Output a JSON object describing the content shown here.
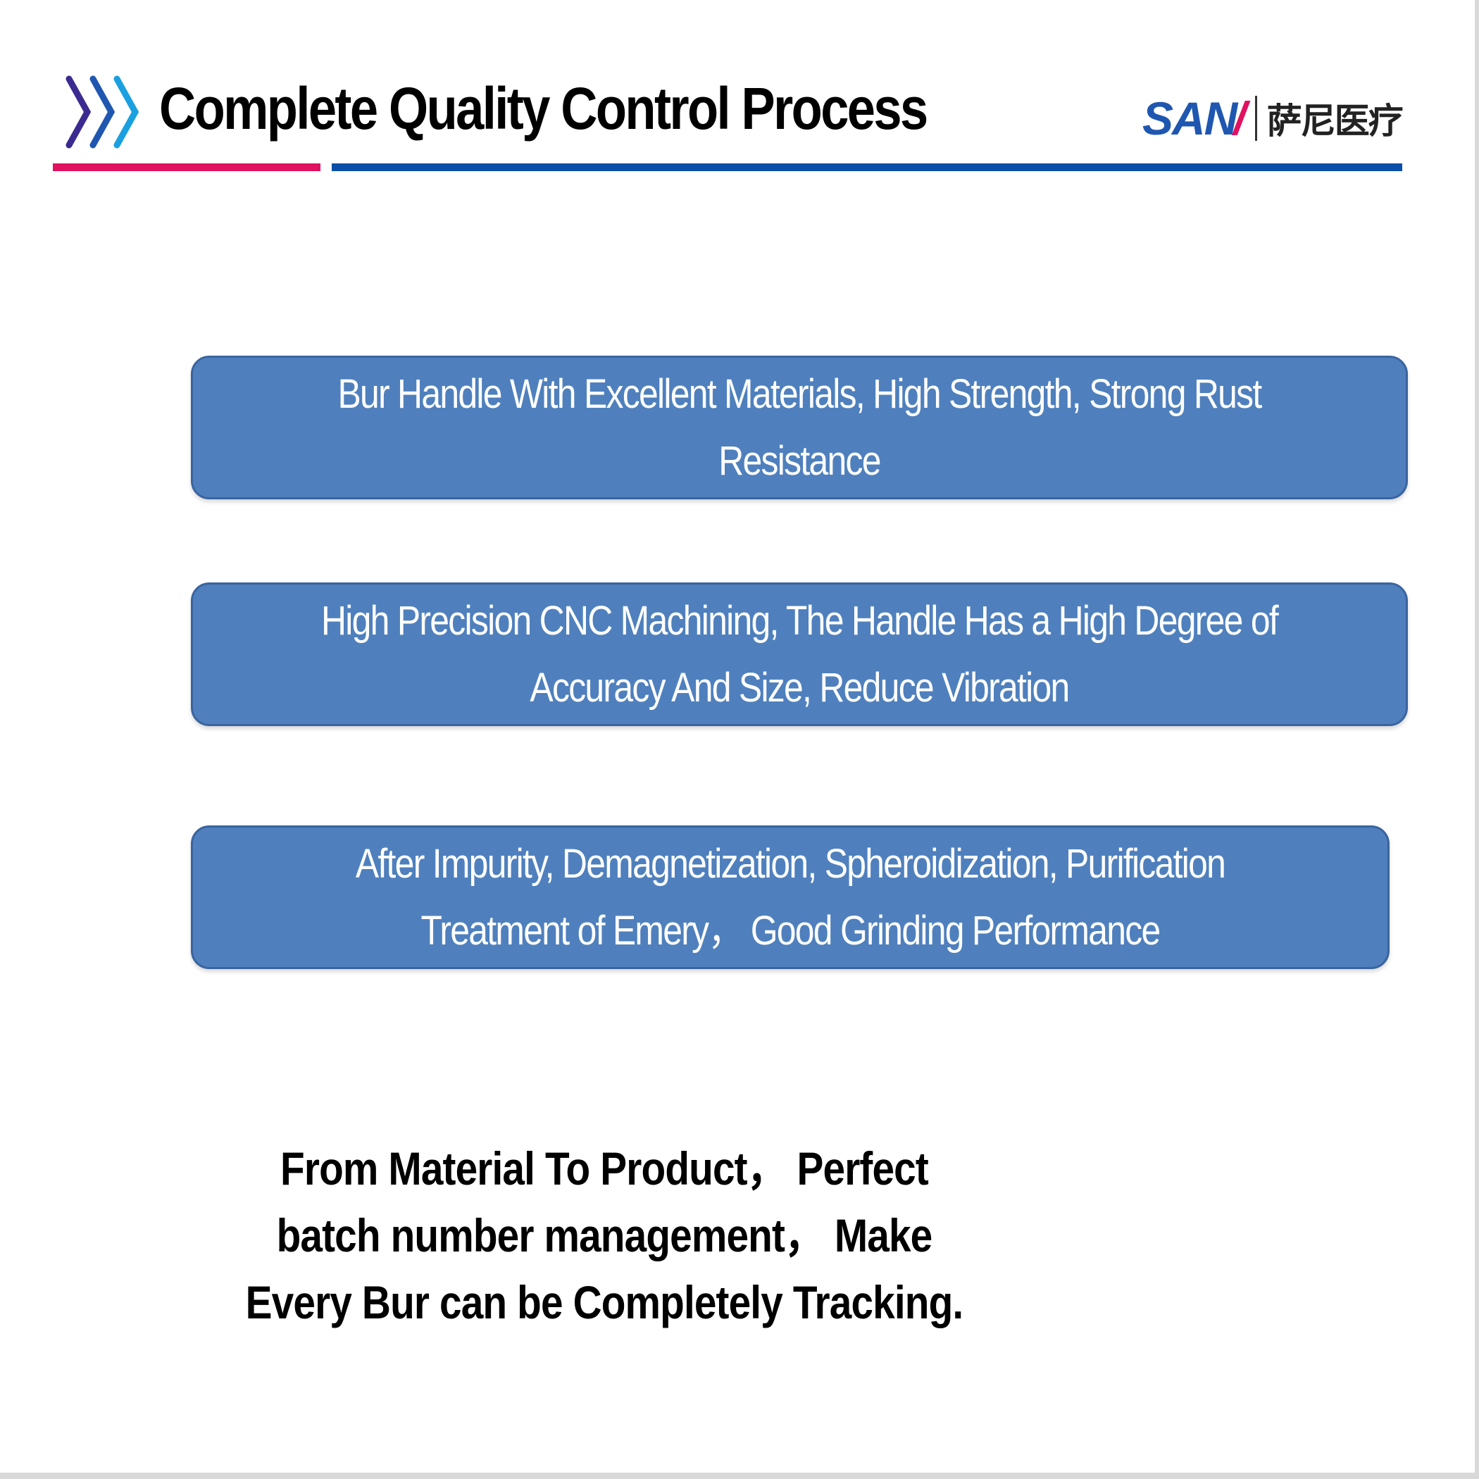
{
  "header": {
    "title": "Complete Quality Control Process",
    "icon": "triple-chevron-right-icon",
    "colors": {
      "chevron_left": "#3b2a8f",
      "chevron_mid": "#1f57b0",
      "chevron_right": "#1aa0e0",
      "rule_accent": "#e0115f",
      "rule_main": "#0a50a8"
    }
  },
  "logo": {
    "latin": "SAN",
    "slash": "/",
    "chinese": "萨尼医疗",
    "colors": {
      "latin": "#1f57b0",
      "slash": "#e0115f"
    }
  },
  "boxes": [
    {
      "text": "Bur Handle With Excellent Materials, High Strength, Strong Rust Resistance"
    },
    {
      "text": "High Precision CNC Machining, The Handle Has a High Degree of Accuracy And Size, Reduce Vibration"
    },
    {
      "text": "After Impurity, Demagnetization, Spheroidization, Purification Treatment of Emery， Good Grinding Performance"
    }
  ],
  "box_color": "#4f80bd",
  "footer": {
    "text": "From Material To Product， Perfect batch number management， Make Every Bur can be Completely Tracking."
  }
}
